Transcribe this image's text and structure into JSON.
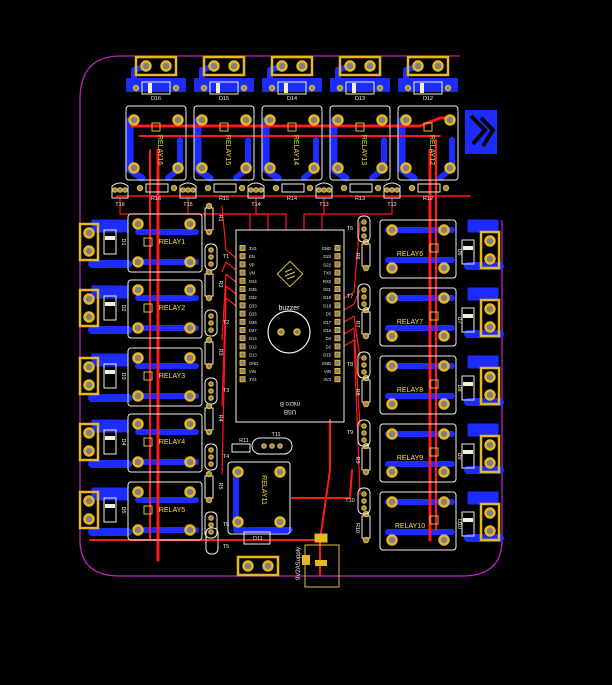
{
  "colors": {
    "background": "#000000",
    "outline": "#c020c0",
    "bottom_copper": "#1c2cff",
    "top_copper": "#ff1a1a",
    "silkscreen": "#f0f0e0",
    "component_outline": "#e0c040",
    "pad_ring": "#e8b820",
    "pad_hole": "#808080",
    "relay_label": "#f0e040"
  },
  "relays_top": [
    {
      "label": "RELAY16",
      "diode": "D16",
      "transistor": "T16",
      "resistor": "R16"
    },
    {
      "label": "RELAY15",
      "diode": "D15",
      "transistor": "T15",
      "resistor": "R15"
    },
    {
      "label": "RELAY14",
      "diode": "D14",
      "transistor": "T14",
      "resistor": "R14"
    },
    {
      "label": "RELAY13",
      "diode": "D13",
      "transistor": "T13",
      "resistor": "R13"
    },
    {
      "label": "RELAY12",
      "diode": "D12",
      "transistor": "T12",
      "resistor": "R12"
    }
  ],
  "relays_left": [
    {
      "label": "RELAY1",
      "diode": "D1",
      "transistor": "T1",
      "resistor": "R1"
    },
    {
      "label": "RELAY2",
      "diode": "D2",
      "transistor": "T2",
      "resistor": "R2"
    },
    {
      "label": "RELAY3",
      "diode": "D3",
      "transistor": "T3",
      "resistor": "R3"
    },
    {
      "label": "RELAY4",
      "diode": "D4",
      "transistor": "T4",
      "resistor": "R4"
    },
    {
      "label": "RELAY5",
      "diode": "D5",
      "transistor": "T5",
      "resistor": "R5"
    }
  ],
  "relays_right": [
    {
      "label": "RELAY6",
      "diode": "D6",
      "transistor": "T6",
      "resistor": "R6"
    },
    {
      "label": "RELAY7",
      "diode": "D7",
      "transistor": "T7",
      "resistor": "R7"
    },
    {
      "label": "RELAY8",
      "diode": "D8",
      "transistor": "T8",
      "resistor": "R8"
    },
    {
      "label": "RELAY9",
      "diode": "D9",
      "transistor": "T9",
      "resistor": "R9"
    },
    {
      "label": "RELAY10",
      "diode": "D10",
      "transistor": "T10",
      "resistor": "R10"
    }
  ],
  "relay_bottom": {
    "label": "RELAY11",
    "diode": "D11",
    "transistor": "T11",
    "resistor": "R11"
  },
  "mcu": {
    "buzzer_label": "buzzer",
    "usb_label": "USB",
    "micro_label": "micro B",
    "left_pins": [
      "3V3",
      "EN",
      "VP",
      "VN",
      "D34",
      "D35",
      "D32",
      "D33",
      "D25",
      "D26",
      "D27",
      "D14",
      "D12",
      "D13",
      "GND",
      "VIN",
      "3V3"
    ],
    "right_pins": [
      "GND",
      "D23",
      "D22",
      "TX0",
      "RX0",
      "D21",
      "D19",
      "D18",
      "D5",
      "D17",
      "D16",
      "D4",
      "D2",
      "D15",
      "GND",
      "VIN",
      "3V3"
    ]
  },
  "supply_label": "9V2ASupply"
}
